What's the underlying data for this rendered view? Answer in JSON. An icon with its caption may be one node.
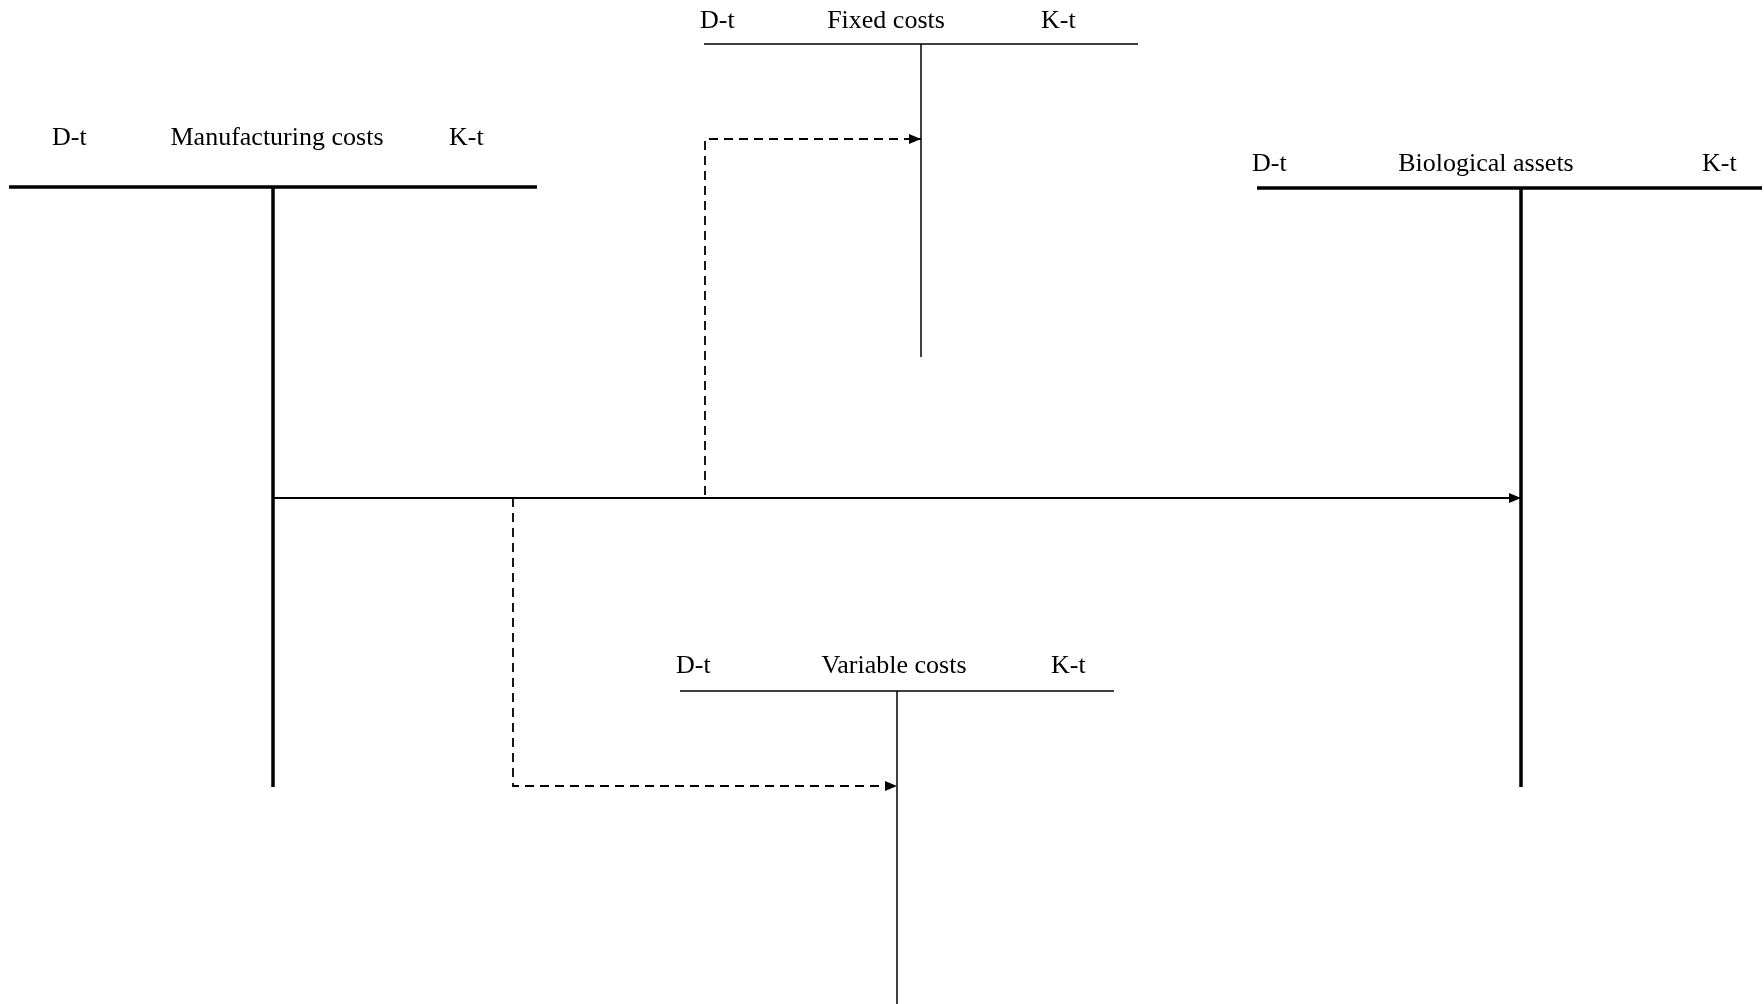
{
  "diagram": {
    "nodes": [
      {
        "text": [
          "D-t",
          "Fixed costs",
          "K-t"
        ]
      },
      {
        "text": [
          "D-t",
          "Manufacturing costs",
          "K-t"
        ]
      },
      {
        "text": [
          "D-t",
          "Biological assets",
          "K-t"
        ]
      },
      {
        "text": [
          "D-t",
          "Variable costs",
          "K-t"
        ]
      }
    ],
    "edges": [
      {
        "from": 1,
        "to": 2,
        "arrow": "to"
      },
      {
        "from": 1,
        "to": 0,
        "arrow": "to",
        "style": "dashed"
      },
      {
        "from": 1,
        "to": 3,
        "arrow": "to",
        "style": "dashed"
      }
    ]
  }
}
